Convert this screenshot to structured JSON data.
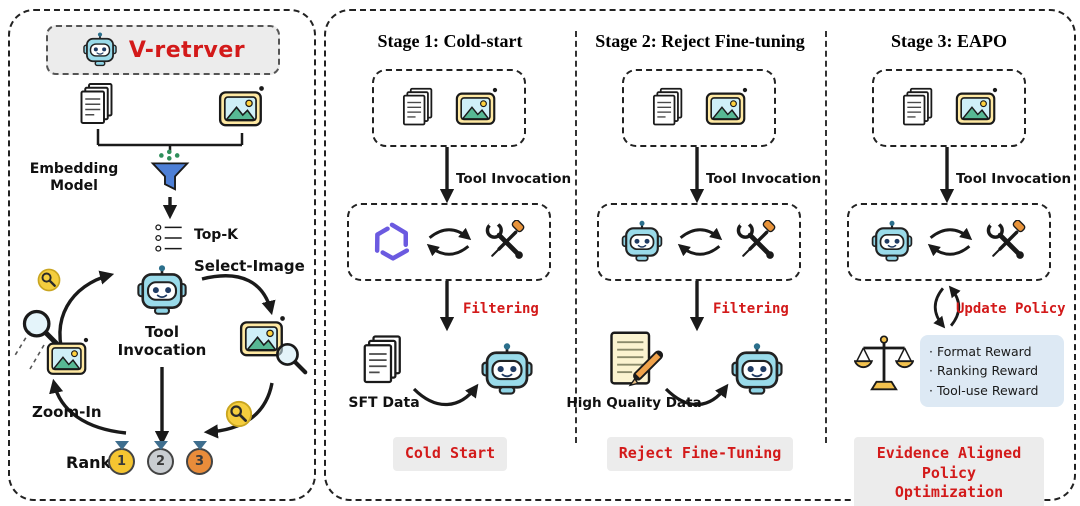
{
  "colors": {
    "accent_red": "#D31A1A",
    "box_gray": "#ECECEC",
    "reward_box_blue": "#DDE9F4",
    "robot_blue": "#9ADBEA",
    "funnel_blue": "#4D7FD6",
    "logo_purple": "#6B5AE0",
    "medal_gold": "#F5C531",
    "medal_silver": "#C9CDD1",
    "medal_bronze": "#E98C3A"
  },
  "left_panel": {
    "title": "V-retrver",
    "embedding_model_label": "Embedding Model",
    "top_k_label": "Top-K",
    "select_image_label": "Select-Image",
    "tool_invocation_label": "Tool Invocation",
    "zoom_in_label": "Zoom-In",
    "rank_label": "Rank",
    "medals": [
      {
        "number": "1"
      },
      {
        "number": "2"
      },
      {
        "number": "3"
      }
    ]
  },
  "stages": [
    {
      "title": "Stage 1: Cold-start",
      "tool_invocation_label": "Tool Invocation",
      "flow_label": "Filtering",
      "data_label": "SFT Data",
      "footer": "Cold Start"
    },
    {
      "title": "Stage 2: Reject Fine-tuning",
      "tool_invocation_label": "Tool Invocation",
      "flow_label": "Filtering",
      "data_label": "High Quality Data",
      "footer": "Reject Fine-Tuning"
    },
    {
      "title": "Stage 3: EAPO",
      "tool_invocation_label": "Tool Invocation",
      "flow_label": "Update Policy",
      "rewards": [
        "· Format Reward",
        "· Ranking Reward",
        "· Tool-use Reward"
      ],
      "footer": "Evidence Aligned Policy Optimization"
    }
  ]
}
